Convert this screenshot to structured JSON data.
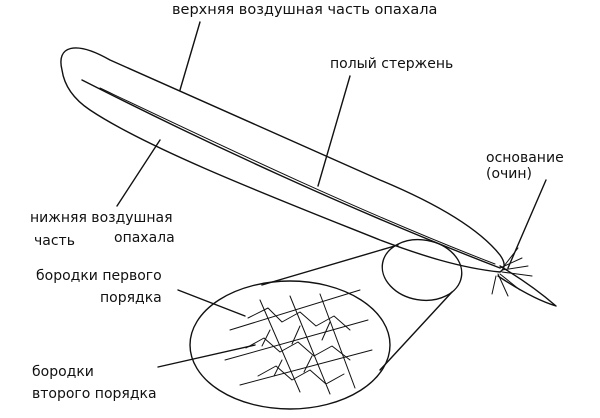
{
  "labels": {
    "upper_vane": "верхняя воздушная часть  опахала",
    "hollow_shaft": "полый стержень",
    "base_line1": "основание",
    "base_line2": "(очин)",
    "lower_vane_line1": "нижняя воздушная",
    "lower_vane_line2_a": "часть",
    "lower_vane_line2_b": "опахала",
    "barbs_first_line1": "бородки первого",
    "barbs_first_line2": "порядка",
    "barbs_second_line1": "бородки",
    "barbs_second_line2": "второго порядка"
  },
  "colors": {
    "ink": "#111111",
    "background": "#ffffff"
  }
}
